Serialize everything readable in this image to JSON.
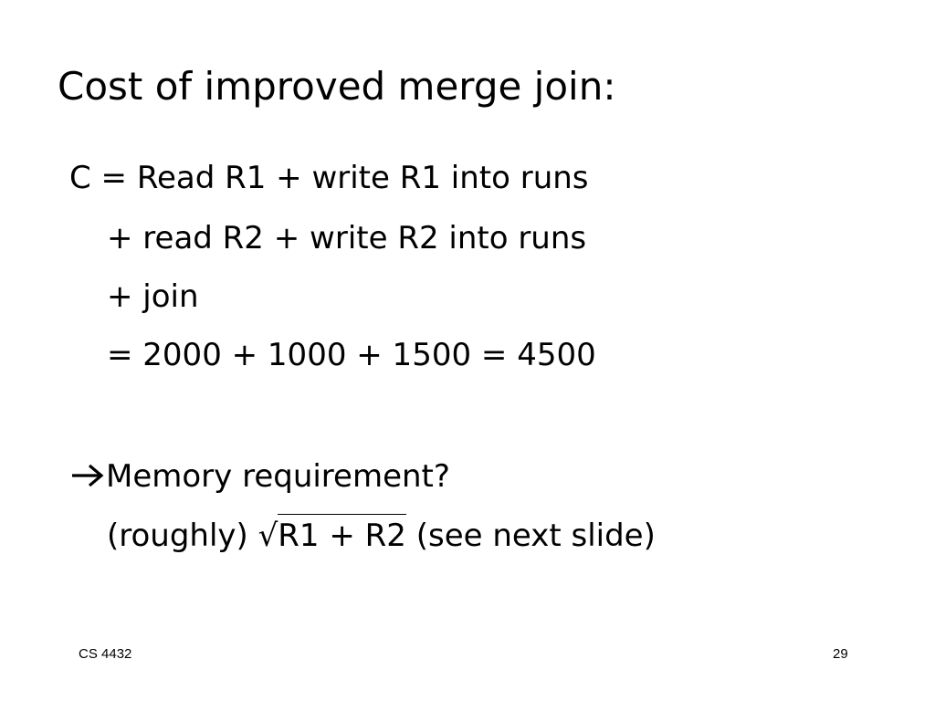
{
  "slide": {
    "title": "Cost of improved merge join:",
    "lines": [
      "C = Read R1 + write R1 into runs",
      "+ read R2 + write R2 into runs",
      "+ join",
      "= 2000 + 1000 + 1500 = 4500"
    ],
    "memory": {
      "arrow_icon": "right-arrow-icon",
      "question": "Memory requirement?",
      "prefix": "(roughly) ",
      "radical": "√",
      "radicand": "R1 + R2",
      "suffix": " (see next slide)"
    },
    "footer": {
      "course": "CS 4432",
      "page_number": "29"
    }
  }
}
